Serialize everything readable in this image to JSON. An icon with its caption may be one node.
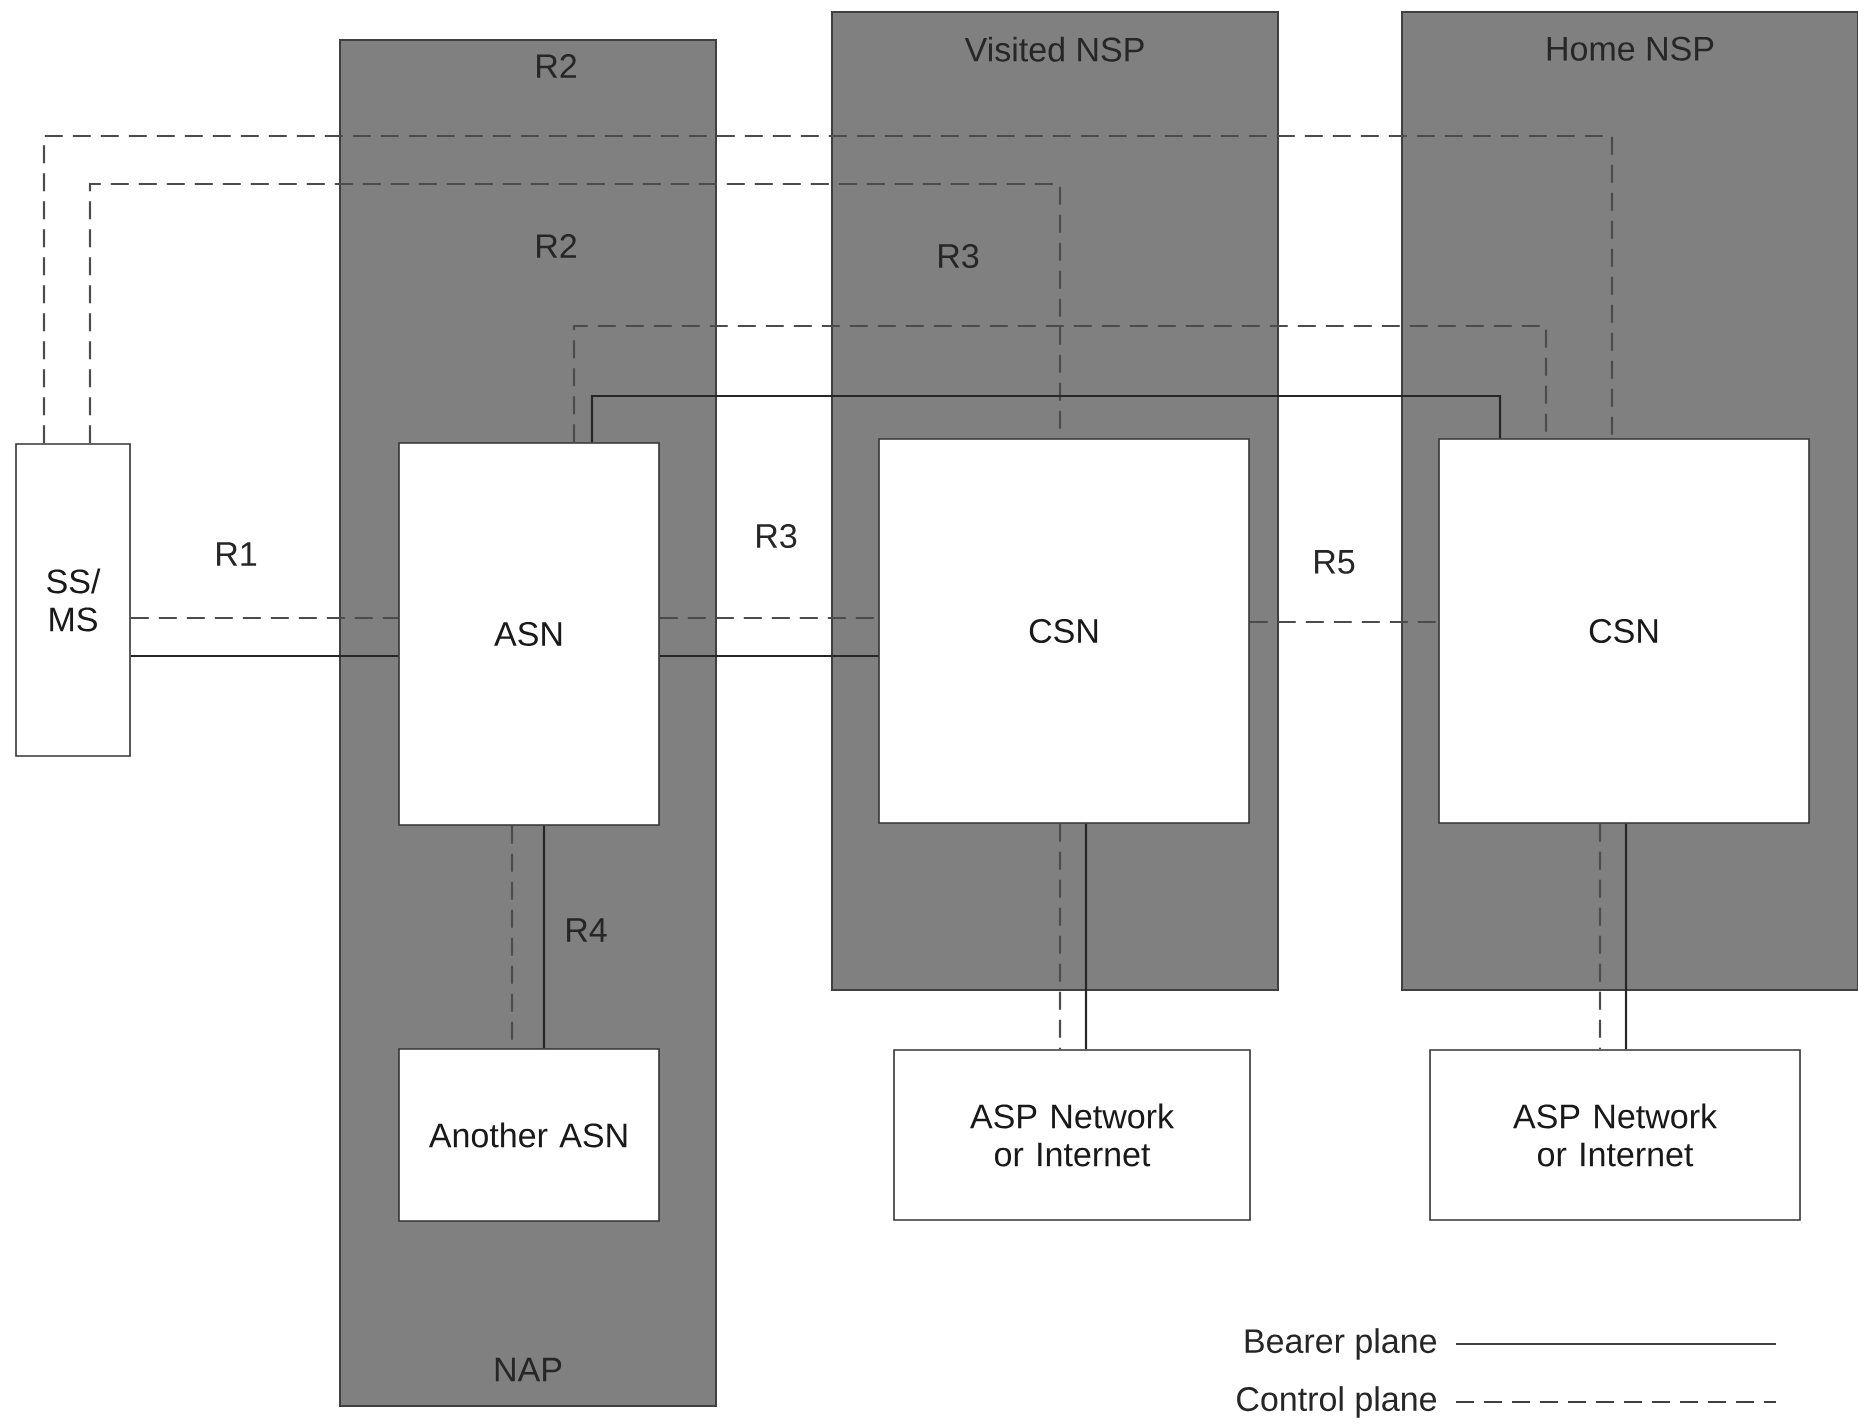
{
  "diagram": {
    "nodes": [
      {
        "text": [
          "NAP"
        ]
      },
      {
        "text": [
          "Visited NSP"
        ]
      },
      {
        "text": [
          "Home NSP"
        ]
      },
      {
        "text": [
          "SS/ MS"
        ]
      },
      {
        "text": [
          "ASN"
        ],
        "in": 0
      },
      {
        "text": [
          "Another ASN"
        ],
        "in": 0
      },
      {
        "text": [
          "CSN"
        ],
        "in": 1
      },
      {
        "text": [
          "CSN"
        ],
        "in": 2
      },
      {
        "text": [
          "ASP Network or Internet"
        ]
      },
      {
        "text": [
          "ASP Network or Internet"
        ]
      }
    ],
    "edges": [
      {
        "from": 3,
        "to": 4,
        "arrow": "none",
        "style": "dashed",
        "label": "R1"
      },
      {
        "from": 3,
        "to": 4,
        "arrow": "none"
      },
      {
        "from": 4,
        "to": 6,
        "arrow": "none",
        "style": "dashed",
        "label": "R3"
      },
      {
        "from": 4,
        "to": 6,
        "arrow": "none"
      },
      {
        "from": 6,
        "to": 7,
        "arrow": "none",
        "style": "dashed",
        "label": "R5"
      },
      {
        "from": 4,
        "to": 5,
        "arrow": "none",
        "style": "dashed"
      },
      {
        "from": 4,
        "to": 5,
        "arrow": "none",
        "label": "R4"
      },
      {
        "from": 6,
        "to": 8,
        "arrow": "none",
        "style": "dashed"
      },
      {
        "from": 6,
        "to": 8,
        "arrow": "none"
      },
      {
        "from": 7,
        "to": 9,
        "arrow": "none",
        "style": "dashed"
      },
      {
        "from": 7,
        "to": 9,
        "arrow": "none"
      },
      {
        "from": 3,
        "to": 7,
        "arrow": "none",
        "style": "dashed",
        "label": "R2"
      },
      {
        "from": 3,
        "to": 6,
        "arrow": "none",
        "style": "dashed",
        "label": "R2"
      },
      {
        "from": 4,
        "to": 7,
        "arrow": "none",
        "style": "dashed",
        "label": "R3"
      },
      {
        "from": 4,
        "to": 7,
        "arrow": "none"
      }
    ],
    "legend": [
      {
        "text": "Bearer plane"
      },
      {
        "text": "Control plane"
      }
    ]
  }
}
